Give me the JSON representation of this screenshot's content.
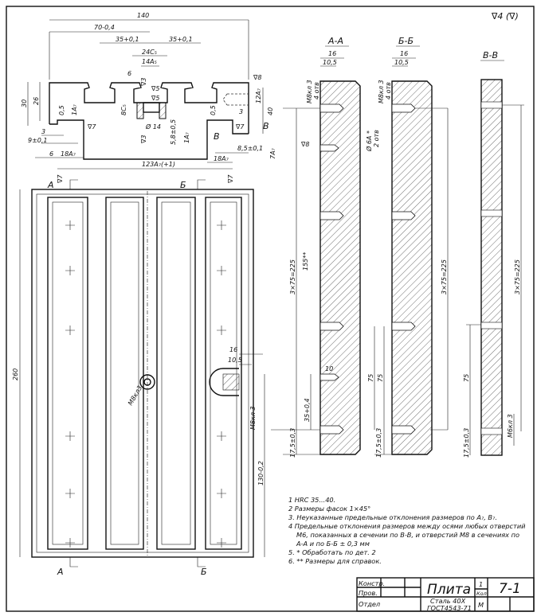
{
  "sheet": {
    "roughness_general": "∇4 (∇)",
    "notes": [
      "1  HRC 35...40.",
      "2  Размеры фасок 1×45°",
      "3. Неуказанные предельные отклонения размеров по A₇, B₇.",
      "4  Предельные отклонения размеров между осями любых отверстий",
      "М6, показанных в сечении по В-В, и отверстий М8 в сечениях по",
      "А-А  и по  Б-Б ± 0,3 мм",
      "5. * Обработать по дет. 2",
      "6. ** Размеры для справок."
    ],
    "title_block": {
      "konstr": "Констр.",
      "prov": "Пров.",
      "otdel": "Отдел",
      "name": "Плита",
      "qty": "1",
      "qty_label": "Кол",
      "number": "7-1",
      "material_1": "Сталь 40Х",
      "material_2": "ГОСТ4543-71",
      "scale": "М"
    }
  },
  "front": {
    "dims": [
      "140",
      "70-0,4",
      "35+0,1",
      "35+0,1",
      "24C₅",
      "14A₅",
      "6",
      "30",
      "26",
      "0,5",
      "1A₇",
      "8C₅",
      "Ø 14",
      "5,8±0,5",
      "1A₇",
      "0,5",
      "3",
      "12A₇",
      "40",
      "3",
      "9±0,1",
      "6",
      "18A₇",
      "123A₇(+1)",
      "18A₇",
      "8,5±0,1",
      "7A₇",
      "В",
      "В"
    ],
    "surface": [
      "∇8",
      "∇5",
      "∇5",
      "∇3",
      "∇3",
      "∇7",
      "∇7",
      "∇7",
      "∇7"
    ]
  },
  "plan": {
    "cut_labels": [
      "А",
      "Б",
      "А",
      "Б"
    ],
    "dims": [
      "260",
      "16",
      "10,5",
      "М8кл3",
      "М8кл 3",
      "130-0,2"
    ]
  },
  "sections": {
    "titles": [
      "А-А",
      "Б-Б",
      "В-В"
    ],
    "aa": [
      "16",
      "10,5",
      "М8кл 3",
      "4 отв",
      "Ø 6A *",
      "2 отв",
      "∇8",
      "155**",
      "3×75=225",
      "10",
      "35+0,4",
      "75",
      "17,5±0,3"
    ],
    "bb": [
      "16",
      "10,5",
      "М8кл 3",
      "4 отв",
      "3×75=225",
      "75",
      "17,5±0,3"
    ],
    "vv": [
      "3×75=225",
      "75",
      "М6кл 3",
      "17,5±0,3"
    ]
  }
}
